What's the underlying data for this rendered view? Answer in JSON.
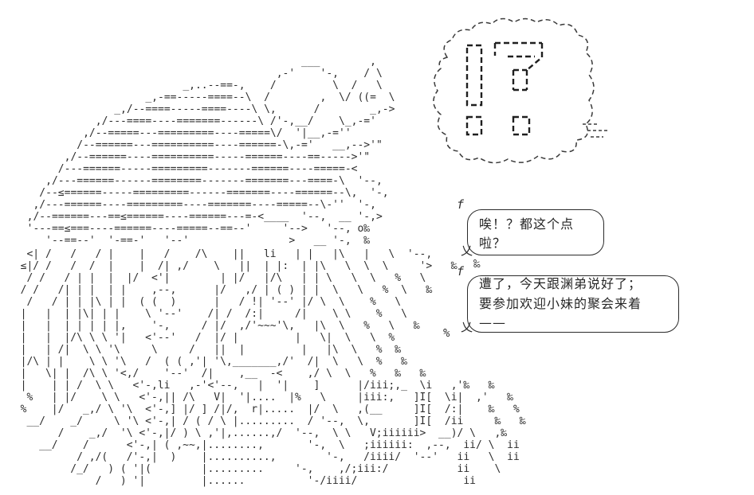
{
  "scene": {
    "background": "#ffffff",
    "ink": "#2b2b2b",
    "description": "ascii-art-character-with-speech-bubbles"
  },
  "interjection": {
    "glyphs": "!?",
    "cloud_style": "spiky-dashed-cloud"
  },
  "bubbles": {
    "b1": {
      "tail_top": "f",
      "text": "唉！？都这个点啦？",
      "tail_bottom": "乂",
      "mark_below": "‰"
    },
    "b2": {
      "tail_top": "f",
      "line1": "遭了，今天跟渊弟说好了；",
      "line2": "要参加欢迎小妹的聚会来着——",
      "tail_bottom": "乂",
      "mark_left": "%"
    }
  },
  "art": {
    "hat": [
      "                                              ___        ,",
      "                                          ,-'    '-,    / \\",
      "                           _,..--==-,    /         \\  /   \\",
      "                     _,-==-----====--\\  /        ,  \\/ ((=  \\",
      "                _,/--====-----====----\\ \\,      /        _,->",
      "             ,/---====----=======------\\ /'-,__/    \\_,-='",
      "           ,/--=====---=========----=====\\/  '|__,-=''",
      "          /--======---==========----======-\\,-='   __,-->'\"",
      "        ,/--======----==========-----======----==----->'\"",
      "       /---======-----=========-------======----=====-<",
      "     ,/---======------========-------=======---====-\\  '--,",
      "    /--≤======-----=========------=======----======--\\,  '-,",
      "   ,/---======----=========----=======----=====--\\-''  '-,",
      "  ,/--======---==≤======----======---=-<____  '--,  __ '-,>",
      "  '---==≤===----======----=====--==--'     '-->   '--, o‰",
      "     '--==--'  '-==-'   '--'                >   __ '-,  ‰"
    ],
    "body": [
      "   <| /   /   / |    |   /    /\\    ||   li   | |   |\\   |   \\  '--,",
      "  ≤|/ /   /  /  |    |  /| ,/    \\   ||  | |:  | |\\   \\  \\  \\     '>   ‰",
      "   / /   / | |  |  |/  <'|        | |/   |/\\   | | \\   \\  \\   %   \\",
      "  / /   /| | |  | |    ,--,      |/   ,/ | ( ) | |  \\   \\   %  \\   ‰",
      "   /   / | | |\\ | |  ( (  )      |   / !| '--' |/ \\  \\    %   \\",
      "  |   |  | |\\| | |    \\ '--'    /| /  /:|     /|    \\ \\    %   \\",
      "  |   |  | | | | |,    '-,     / |/  ,/'~~~'\\,   |\\  \\   %   \\   ‰",
      "  |   |  |/\\ \\ \\ '|   <'--'   /  |/ |         |   \\|  \\   \\  %",
      "  |   | /|  \\ \\ '\\     \\     /   ||  |         |   |\\  \\   %  ‰",
      "  |/\\ | |    \\ \\ '\\   /  ( ( ,'| '\\,_______,/'  /|  \\   \\  %   ‰",
      "  |   \\| |  /\\ \\ '<,/    '--'  /|    ,__  -<    ,/ \\  \\   %   ‰   ‰",
      "  |    | | /  \\ \\   <'-,li   ,-'<'--,   |  '|    ]      |/iii;,_  \\i   ,'‰   ‰",
      "   %   | |/    \\ \\   <'-,|| /\\   V|  '|....  |%   \\     |iii:,   ]I[  \\i|  ,'   ‰",
      "  %    |/   _,/ \\ '\\  <'-,] |/ ] /|/,  r|.....  |/  \\   ,(__     ]I[  /:|    ‰   %",
      "   __/    _/     \\ '\\ <'-,| / ( / \\ |.........  / '--,  \\,       ]I[  /ii     ‰   ‰",
      "        /    _,/  '\\ <'-,|/ ) \\ ,'|,......,/  '--,  \\ \\   V;iiiiii>  __)/ \\   ,‰",
      "     __/    /      <'-,| ( ,~~,|........,       '-,  \\   ;iiiiii:  ,--,  ii/ \\  ii",
      "           / ,/(   /'-,|  )    |..........,        '-,   /iiii/  '--'   ii   \\  ii",
      "          /_/   ) ( '|(        |.........     '-,    ,/;iii:/           ii    \\",
      "              /   ) '|         |......          '-/iiii/                 ii"
    ]
  }
}
